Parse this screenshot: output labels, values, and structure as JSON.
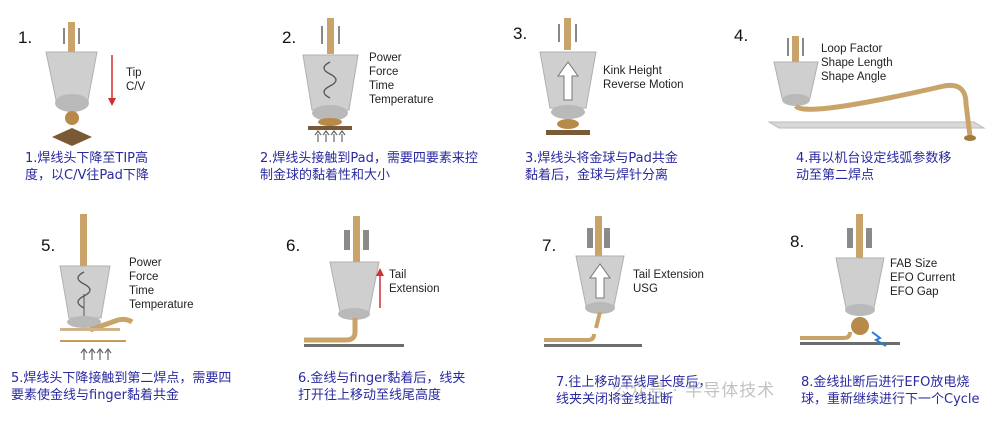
{
  "steps": [
    {
      "num": "1.",
      "params": [
        "Tip",
        "C/V"
      ],
      "caption": "1.焊线头下降至TIP高度，以C/V往Pad下降"
    },
    {
      "num": "2.",
      "params": [
        "Power",
        "Force",
        "Time",
        "Temperature"
      ],
      "caption": "2.焊线头接触到Pad，需要四要素来控制金球的黏着性和大小"
    },
    {
      "num": "3.",
      "params": [
        "Kink Height",
        "Reverse Motion"
      ],
      "caption": "3.焊线头将金球与Pad共金黏着后，金球与焊针分离"
    },
    {
      "num": "4.",
      "params": [
        "Loop Factor",
        "Shape Length",
        "Shape Angle"
      ],
      "caption": "4.再以机台设定线弧参数移动至第二焊点"
    },
    {
      "num": "5.",
      "params": [
        "Power",
        "Force",
        "Time",
        "Temperature"
      ],
      "caption": "5.焊线头下降接触到第二焊点，需要四要素使金线与finger黏着共金"
    },
    {
      "num": "6.",
      "params": [
        "Tail",
        "Extension"
      ],
      "caption": "6.金线与finger黏着后，线夹打开往上移动至线尾高度"
    },
    {
      "num": "7.",
      "params": [
        "Tail Extension",
        "USG"
      ],
      "caption": "7.往上移动至线尾长度后，线夹关闭将金线扯断"
    },
    {
      "num": "8.",
      "params": [
        "FAB Size",
        "EFO Current",
        "EFO Gap"
      ],
      "caption": "8.金线扯断后进行EFO放电烧球，重新继续进行下一个Cycle"
    }
  ],
  "watermark": "公众号 · 半导体技术",
  "colors": {
    "caption": "#2a2aa0",
    "wire": "#c9a46a",
    "capillary": "#c9c9c9",
    "arrow_red": "#d23030",
    "spark": "#2b7bd6"
  }
}
